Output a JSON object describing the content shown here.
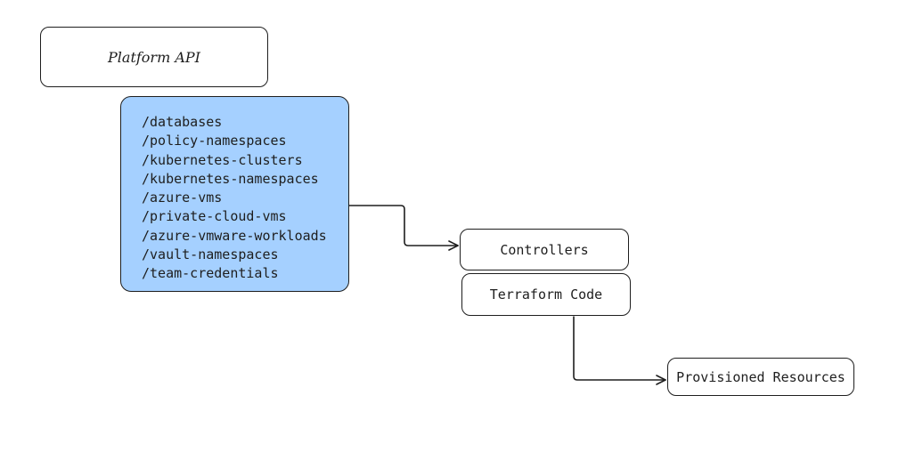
{
  "diagram": {
    "platform_api": {
      "label": "Platform API"
    },
    "endpoints": {
      "fill_color": "#a5d0ff",
      "items": [
        "/databases",
        "/policy-namespaces",
        "/kubernetes-clusters",
        "/kubernetes-namespaces",
        "/azure-vms",
        "/private-cloud-vms",
        "/azure-vmware-workloads",
        "/vault-namespaces",
        "/team-credentials"
      ]
    },
    "controllers": {
      "label": "Controllers"
    },
    "terraform_code": {
      "label": "Terraform Code"
    },
    "provisioned_resources": {
      "label": "Provisioned Resources"
    },
    "connectors": [
      {
        "from": "endpoints",
        "to": "controllers"
      },
      {
        "from": "terraform_code",
        "to": "provisioned_resources"
      }
    ],
    "stroke_color": "#1e1e1e"
  }
}
